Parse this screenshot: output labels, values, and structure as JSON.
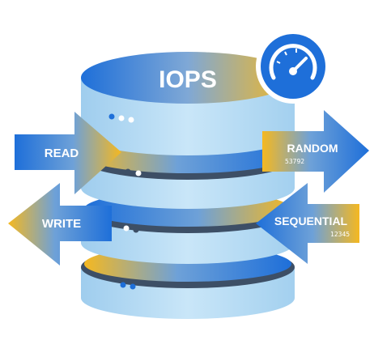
{
  "title": "IOPS",
  "arrows": {
    "read": "READ",
    "write": "WRITE",
    "random": "RANDOM",
    "random_number": "53792",
    "sequential": "SEQUENTIAL",
    "sequential_number": "12345"
  },
  "icons": {
    "gauge": "speedometer-icon"
  },
  "colors": {
    "blue": "#1e6fd9",
    "yellow": "#f5b820",
    "disk": "#b7ddf5"
  }
}
